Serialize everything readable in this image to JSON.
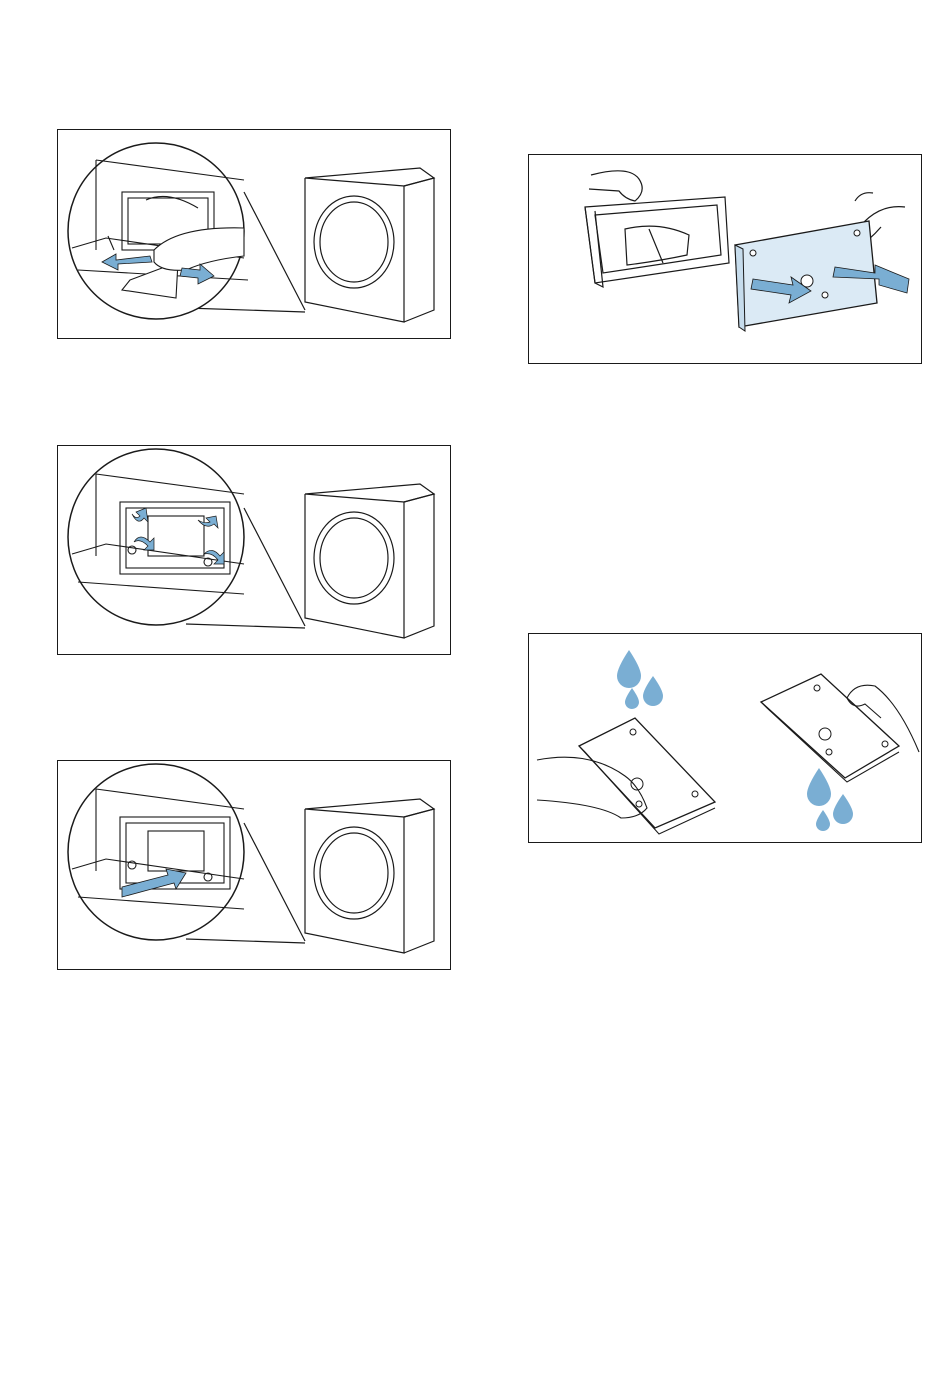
{
  "document": {
    "illustrations": [
      {
        "id": "remove-maintenance-flap",
        "icon": "dryer-flap-removal-illustration"
      },
      {
        "id": "unlock-condenser-levers",
        "icon": "condenser-lever-unlock-illustration"
      },
      {
        "id": "pull-out-condenser",
        "icon": "condenser-pull-out-illustration"
      },
      {
        "id": "separate-condenser-seal",
        "icon": "condenser-seal-separation-illustration"
      },
      {
        "id": "rinse-condenser",
        "icon": "condenser-rinse-illustration"
      }
    ],
    "colors": {
      "accent": "#7aaed3",
      "accent_light": "#dbeaf5",
      "line": "#1a1a1a",
      "background": "#ffffff"
    }
  }
}
